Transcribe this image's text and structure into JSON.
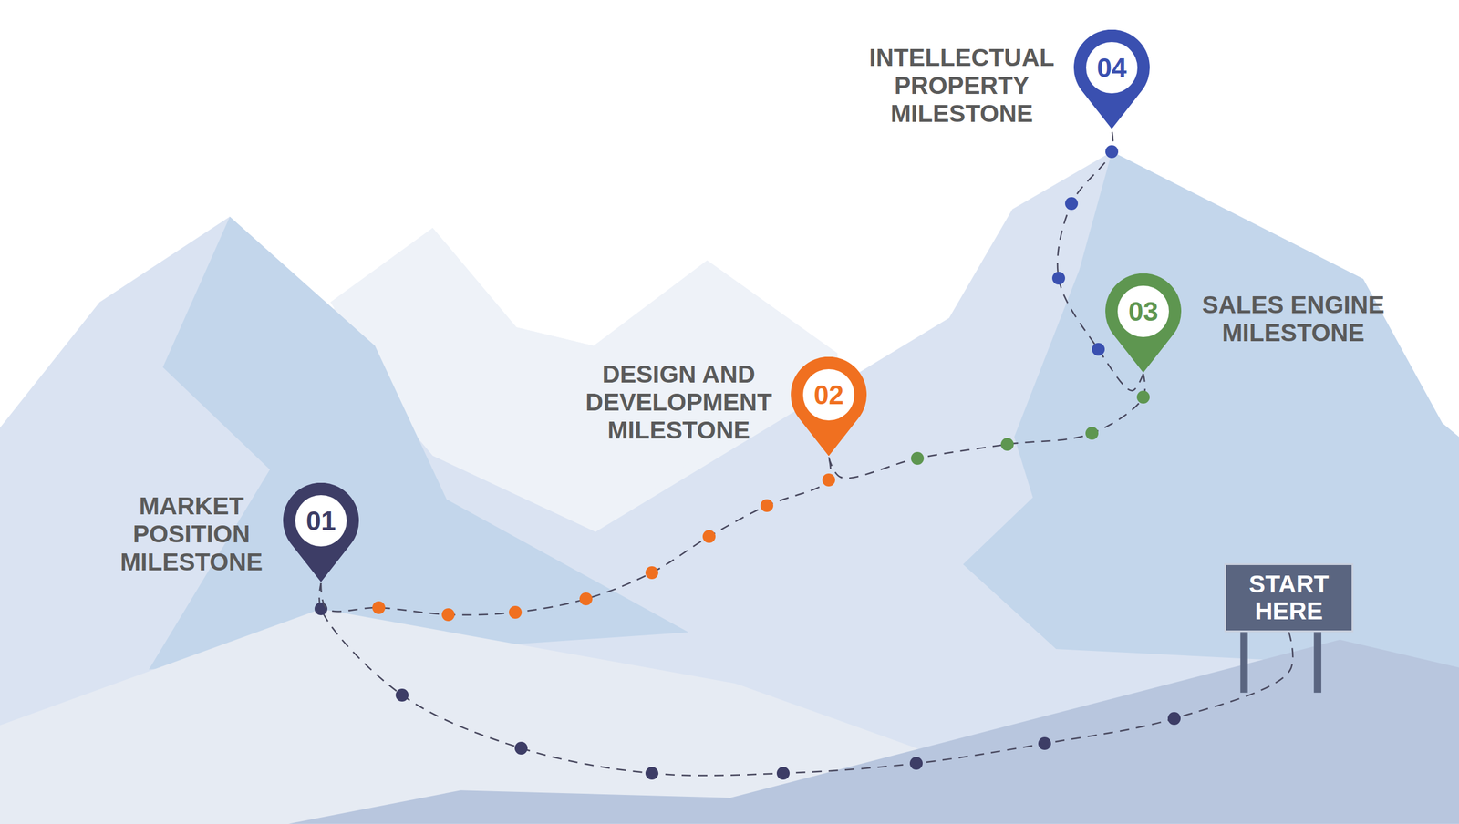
{
  "diagram": {
    "nodes": [
      {
        "text": [
          "01",
          "MARKET POSITION MILESTONE"
        ]
      },
      {
        "text": [
          "02",
          "DESIGN AND DEVELOPMENT MILESTONE"
        ]
      },
      {
        "text": [
          "03",
          "SALES ENGINE MILESTONE"
        ]
      },
      {
        "text": [
          "04",
          "INTELLECTUAL PROPERTY MILESTONE"
        ]
      },
      {
        "text": [
          "START HERE"
        ]
      }
    ],
    "edges": [
      {
        "from": 4,
        "to": 0,
        "arrow": "none"
      },
      {
        "from": 0,
        "to": 1,
        "arrow": "none"
      },
      {
        "from": 1,
        "to": 2,
        "arrow": "none"
      },
      {
        "from": 2,
        "to": 3,
        "arrow": "none"
      }
    ]
  }
}
